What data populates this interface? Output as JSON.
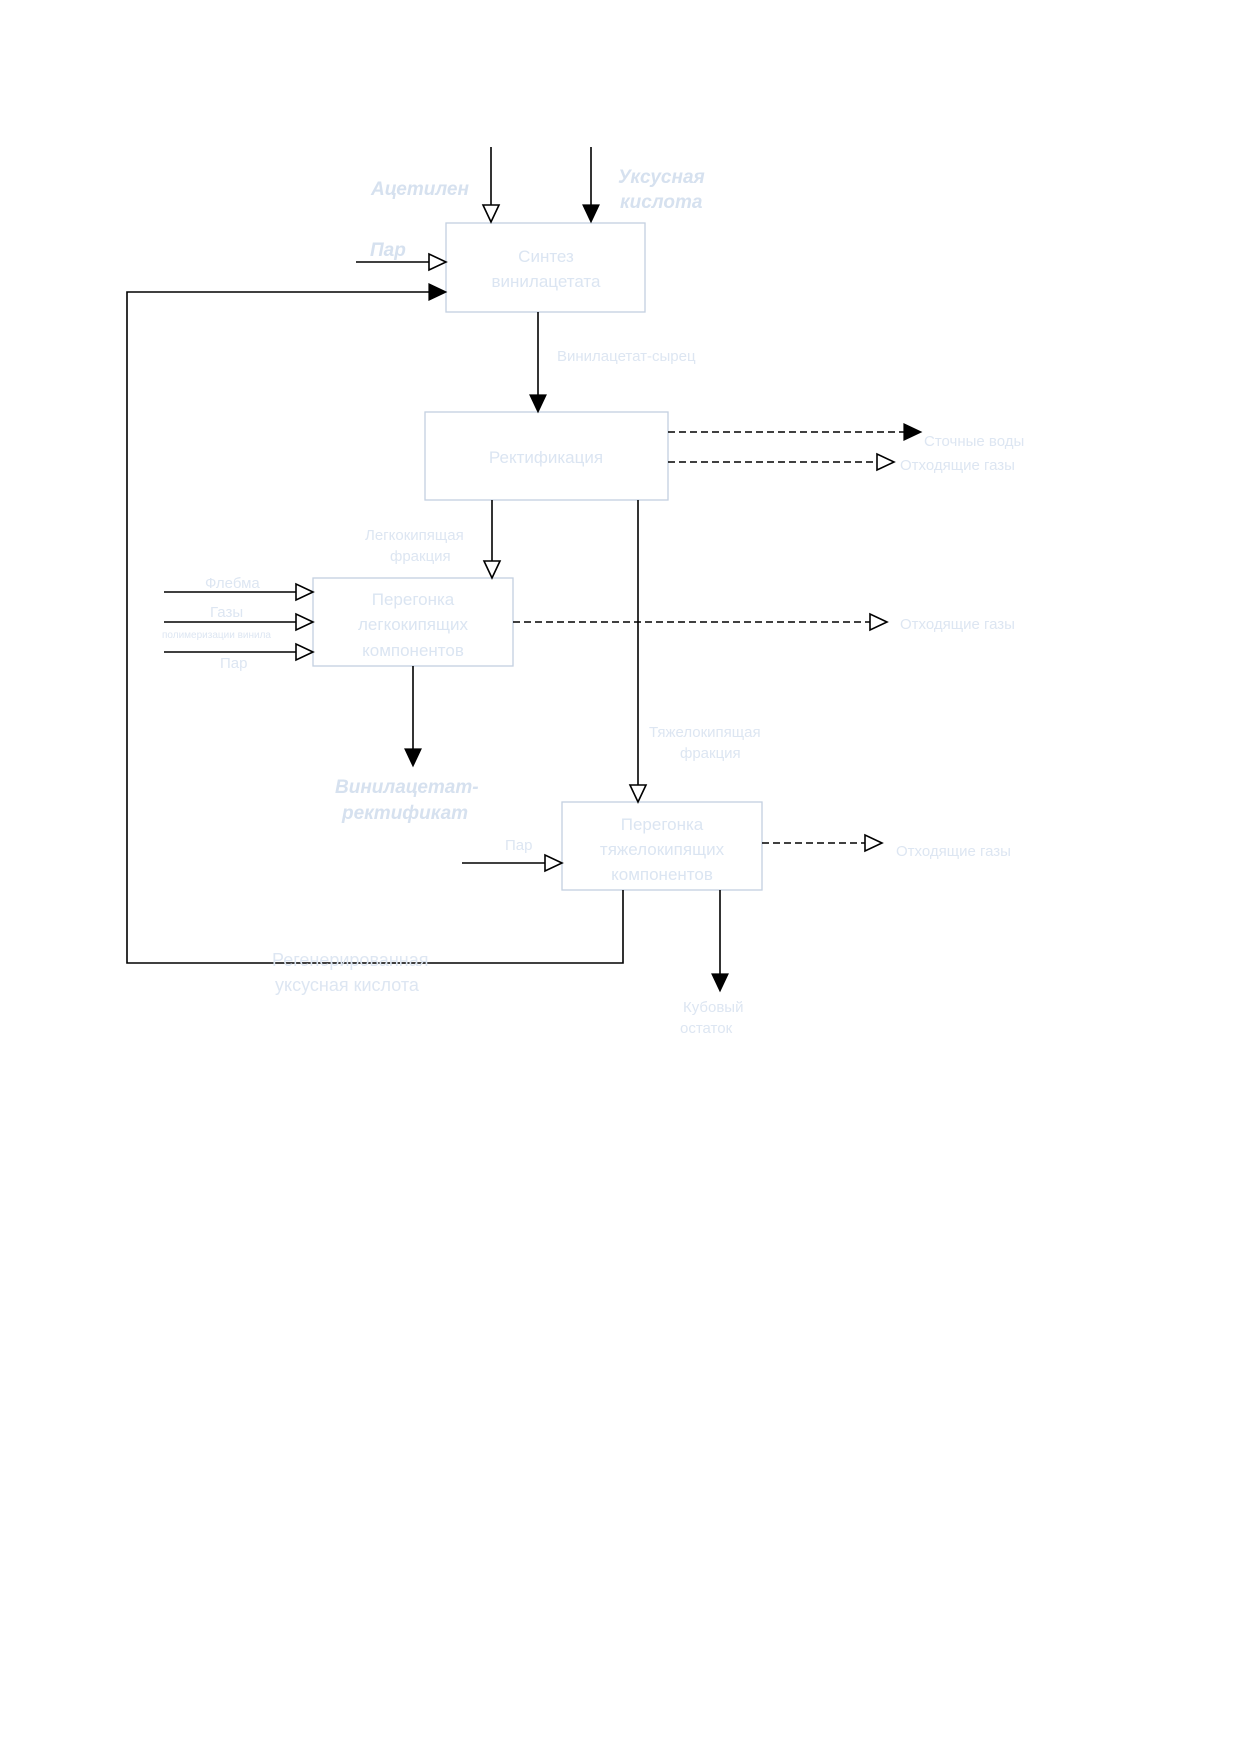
{
  "boxes": {
    "synthesis": [
      "Синтез",
      "винилацетата"
    ],
    "rectification": [
      "Ректификация"
    ],
    "light_distill": [
      "Перегонка",
      "легкокипящих",
      "компонентов"
    ],
    "heavy_distill": [
      "Перегонка",
      "тяжелокипящих",
      "компонентов"
    ]
  },
  "labels": {
    "acetylene": "Ацетилен",
    "acetic_acid": [
      "Уксусная",
      "кислота"
    ],
    "steam_synthesis": "Пар",
    "raw_va": "Винилацетат-сырец",
    "waste_water": "Сточные воды",
    "offgas_rect": "Отходящие газы",
    "light_fraction": [
      "Легкокипящая",
      "фракция"
    ],
    "input_1": "Флебма",
    "input_2": [
      "Газы",
      "полимеризации винила"
    ],
    "steam_light": "Пар",
    "offgas_light": "Отходящие газы",
    "heavy_fraction": [
      "Тяжелокипящая",
      "фракция"
    ],
    "va_rectified": [
      "Винилацетат-",
      "ректификат"
    ],
    "steam_heavy": "Пар",
    "offgas_heavy": "Отходящие газы",
    "recycled_acid": [
      "Регенерированная",
      "уксусная кислота"
    ],
    "bottoms": [
      "Кубовый",
      "остаток"
    ]
  },
  "colors": {
    "line": "#000000",
    "box_border": "#c4d0e0",
    "faded_text": "#dde6f2"
  }
}
